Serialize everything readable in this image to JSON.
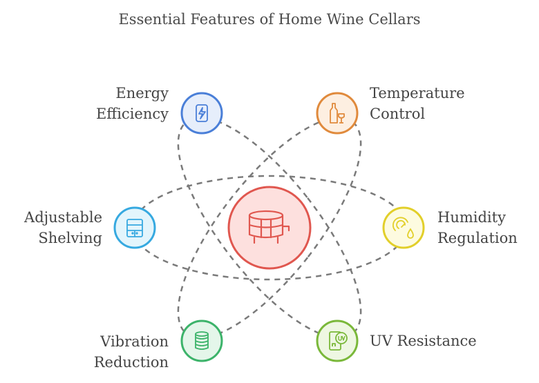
{
  "title": "Essential Features of Home Wine Cellars",
  "center": {
    "icon": "wine-barrel-icon",
    "fill": "#fde0de",
    "stroke": "#e0574f"
  },
  "features": [
    {
      "id": "energy-efficiency",
      "line1": "Energy",
      "line2": "Efficiency",
      "icon": "energy-recycle-icon",
      "stroke": "#4a7fd8",
      "fill": "#e6eefb"
    },
    {
      "id": "temperature-control",
      "line1": "Temperature",
      "line2": "Control",
      "icon": "wine-bottle-glass-icon",
      "stroke": "#e08a3c",
      "fill": "#fdefe1"
    },
    {
      "id": "adjustable-shelving",
      "line1": "Adjustable",
      "line2": "Shelving",
      "icon": "shelving-cabinet-icon",
      "stroke": "#36a9e0",
      "fill": "#e3f5fc"
    },
    {
      "id": "humidity-regulation",
      "line1": "Humidity",
      "line2": "Regulation",
      "icon": "humidity-gauge-icon",
      "stroke": "#e2cf2a",
      "fill": "#fdfbe0"
    },
    {
      "id": "vibration-reduction",
      "line1": "Vibration",
      "line2": "Reduction",
      "icon": "damper-coil-icon",
      "stroke": "#3cb36a",
      "fill": "#e4f6ea"
    },
    {
      "id": "uv-resistance",
      "line1": "UV Resistance",
      "line2": "",
      "icon": "uv-shield-icon",
      "stroke": "#7ab83a",
      "fill": "#eef7e2"
    }
  ]
}
